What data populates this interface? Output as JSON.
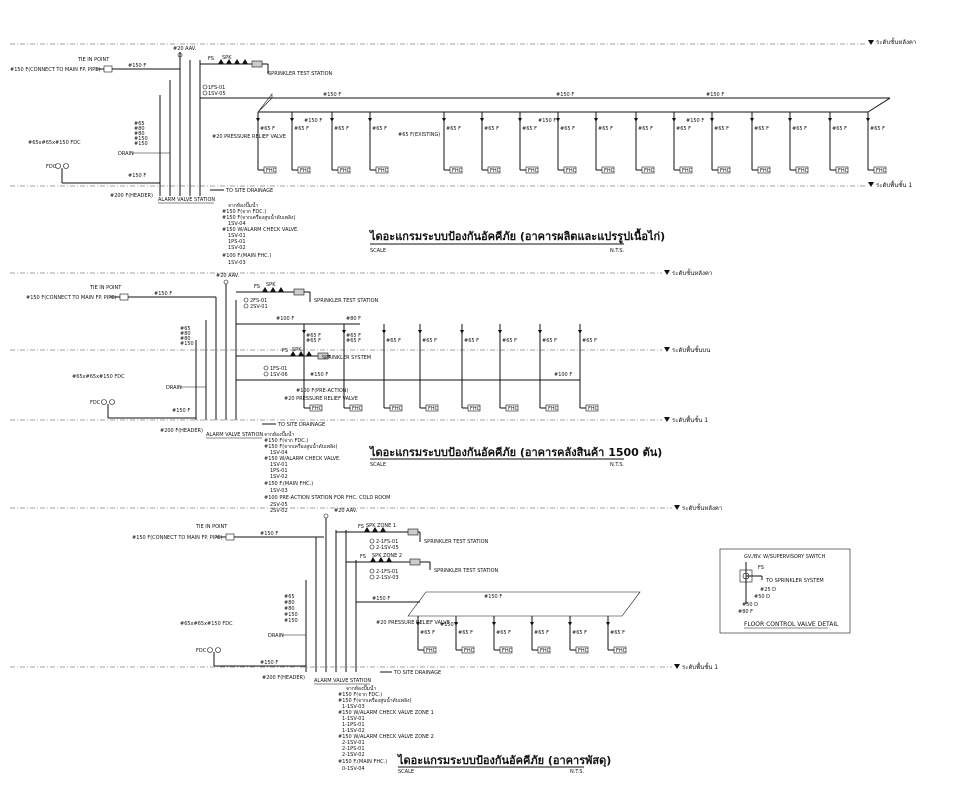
{
  "levels": {
    "roof": "ระดับชั้นหลังคา",
    "ground": "ระดับพื้นชั้น 1",
    "upper": "ระดับพื้นชั้นบน"
  },
  "common": {
    "tie_in": "TIE IN POINT",
    "connect_main": "#150 F(CONNECT TO MAIN FP. PIPE)",
    "aav": "#20 AAV.",
    "spk": "SPK",
    "fs": "FS",
    "sprinkler_test": "SPRINKLER TEST STATION",
    "pipe150": "#150 F",
    "pipe100": "#100 F",
    "pipe80": "#80 F",
    "pipe65": "#65 F",
    "fhc": "FHC",
    "drain": "DRAIN",
    "fdc": "FDC",
    "fdc_size": "#65x#65x#150 FDC",
    "header": "#200 F(HEADER)",
    "alarm_station": "ALARM VALVE STATION",
    "site_drainage": "TO SITE DRAINAGE",
    "prv": "#20 PRESSURE RELIEF VALVE",
    "scale": "SCALE",
    "nts": "N.T.S.",
    "sizes": [
      "#65",
      "#80",
      "#80",
      "#150",
      "#150"
    ],
    "from_pump": "จากห้องปั๊มน้ำ",
    "pipe150_fdc": "#150 F(จาก FDC.)",
    "pipe150_pump": "#150 F(จากเครื่องสูบน้ำดับเพลิง)"
  },
  "d1": {
    "title": "ไดอะแกรมระบบป้องกันอัคคีภัย (อาคารผลิตและแปรรูปเนื้อไก่)",
    "v1": "1FS-01",
    "v2": "1SV-05",
    "existing": "#65 F(EXISTING)",
    "notes": [
      "1SV-04",
      "#150 W/ALARM CHECK VALVE.",
      "1SV-01",
      "1PS-01",
      "1SV-02",
      "#100 F.(MAIN FHC.)",
      "1SV-03"
    ]
  },
  "d2": {
    "title": "ไดอะแกรมระบบป้องกันอัคคีภัย (อาคารคลังสินค้า 1500 ตัน)",
    "v1": "2FS-01",
    "v2": "2SV-01",
    "sprinkler_system": "SPRINKLER SYSTEM",
    "preaction": "#100 F(PRE-ACTION)",
    "v3": "1FS-01",
    "v4": "1SV-06",
    "notes": [
      "1SV-04",
      "#150 W/ALARM CHECK VALVE.",
      "1SV-01",
      "1PS-01",
      "1SV-02",
      "#150 F.(MAIN FHC.)",
      "1SV-03",
      "#100 PRE-ACTION STATION FOR FHC. COLD ROOM",
      "2SV-05",
      "2SV-02"
    ]
  },
  "d3": {
    "title": "ไดอะแกรมระบบป้องกันอัคคีภัย (อาคารพัสดุ)",
    "zone1": "SPK ZONE 1",
    "zone2": "SPK ZONE 2",
    "z1a": "2-1FS-01",
    "z1b": "2-1SV-05",
    "z2a": "2-1FS-01",
    "z2b": "2-1SV-03",
    "notes": [
      "1-1SV-03",
      "#150 W/ALARM CHECK VALVE ZONE 1",
      "1-1SV-01",
      "1-1PS-01",
      "1-1SV-02",
      "#150 W/ALARM CHECK VALVE ZONE 2",
      "2-1SV-01",
      "2-1PS-01",
      "2-1SV-02",
      "#150 F.(MAIN FHC.)",
      "0-1SV-04"
    ]
  },
  "detail": {
    "title": "FLOOR CONTROL VALVE DETAIL",
    "sw": "GV./BV. W/SUPERVISORY SWITCH",
    "fs": "FS",
    "to_sprinkler": "TO SPRINKLER SYSTEM",
    "d25": "#25 D",
    "d50a": "#50 D",
    "d50b": "#50 D",
    "f80": "#80 F"
  }
}
